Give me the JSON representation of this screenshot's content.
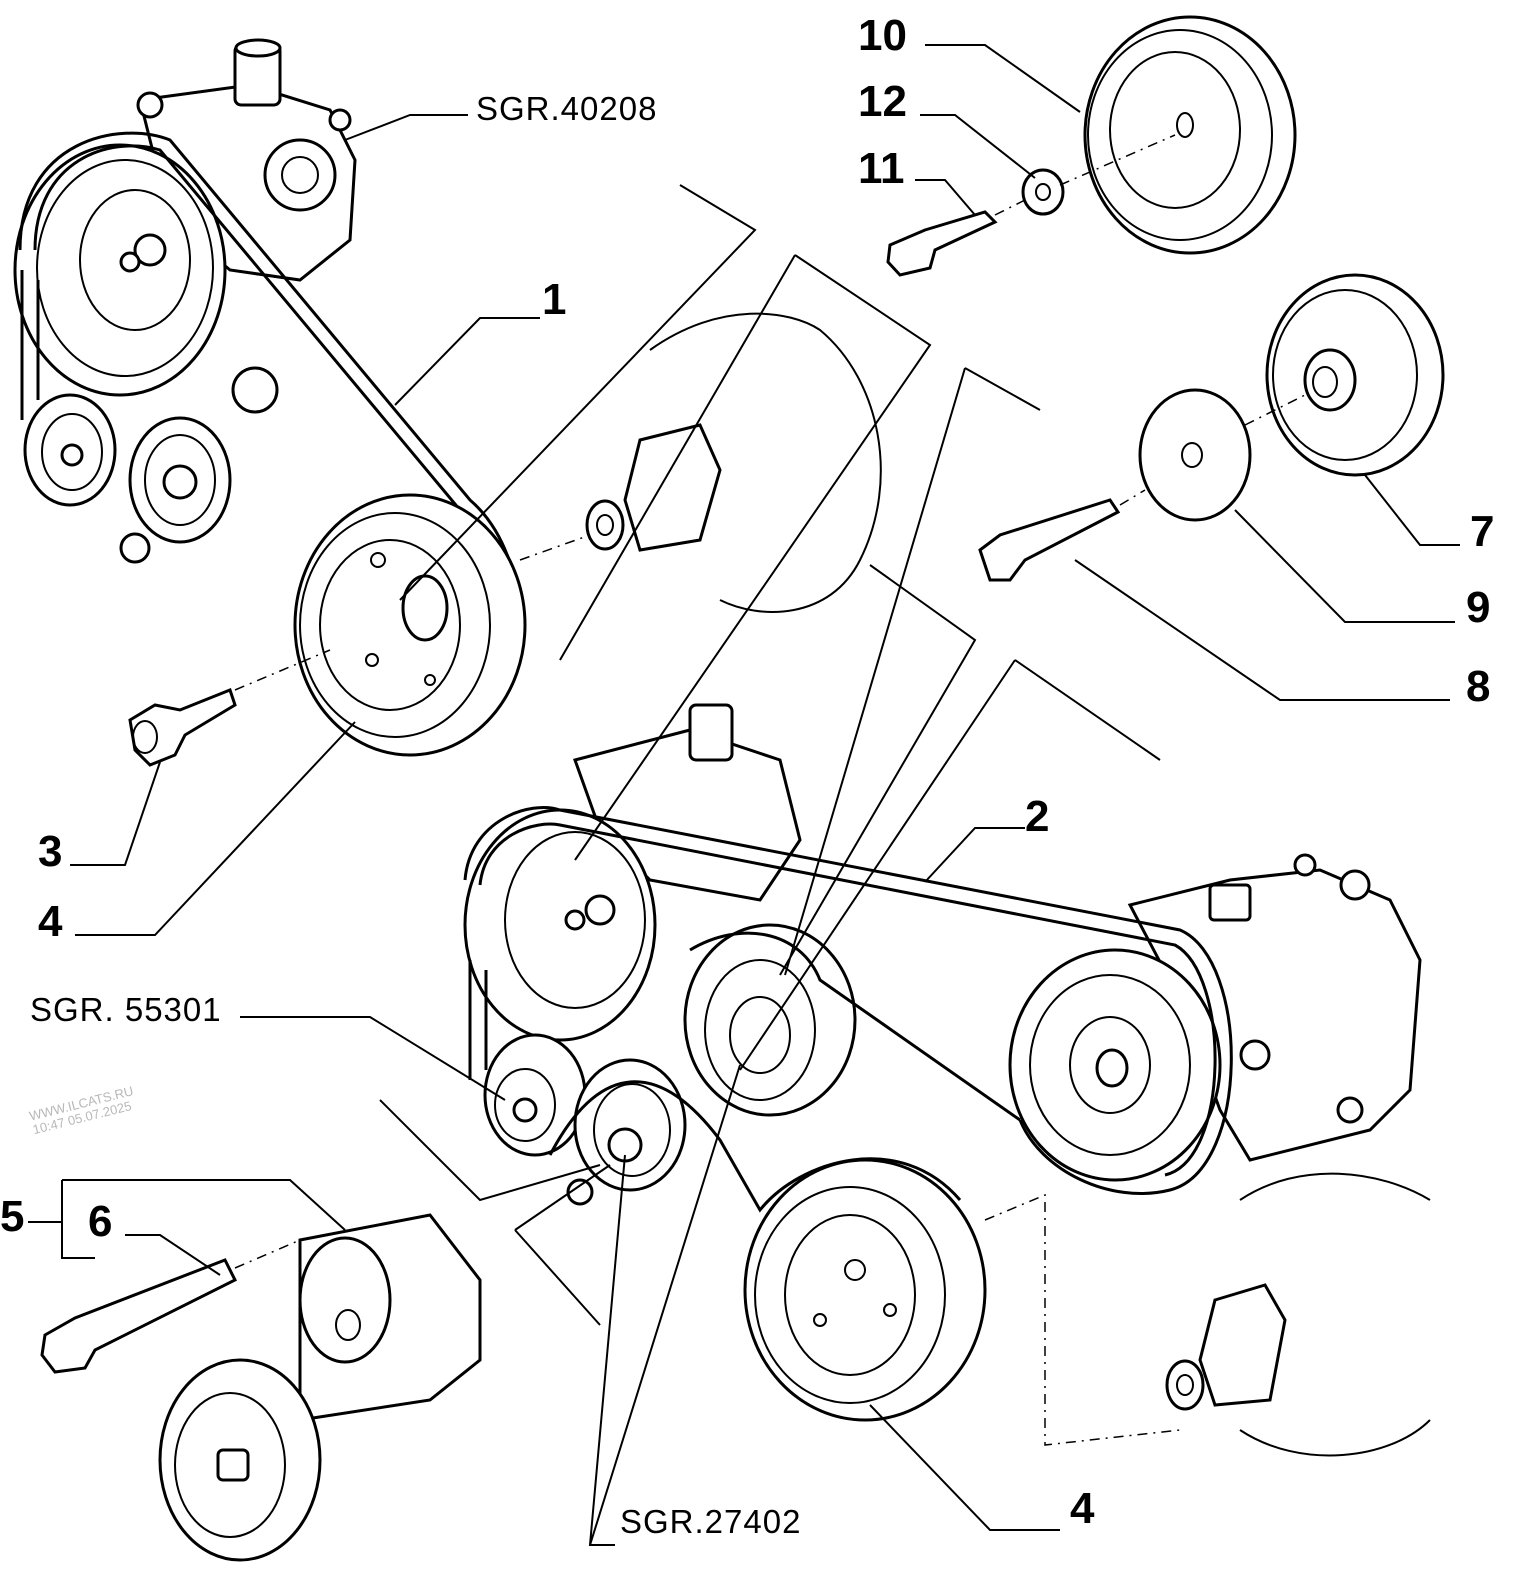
{
  "callouts": {
    "c1": "1",
    "c2": "2",
    "c3": "3",
    "c4_top": "4",
    "c4_bottom": "4",
    "c5": "5",
    "c6": "6",
    "c7": "7",
    "c8": "8",
    "c9": "9",
    "c10": "10",
    "c11": "11",
    "c12": "12"
  },
  "references": {
    "sgr_40208": "SGR.40208",
    "sgr_55301": "SGR. 55301",
    "sgr_27402": "SGR.27402"
  },
  "watermark": {
    "line1": "WWW.ILCATS.RU",
    "line2": "10:47 05.07.2025"
  }
}
